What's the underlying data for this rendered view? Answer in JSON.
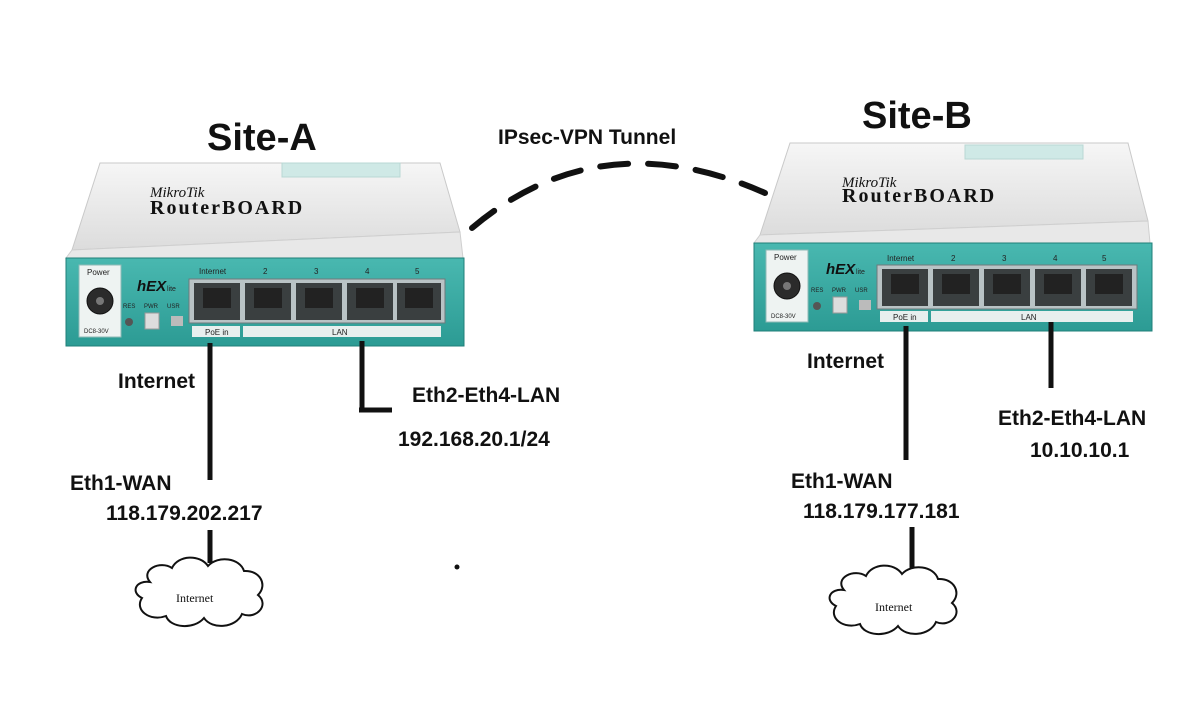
{
  "tunnel": {
    "label": "IPsec-VPN Tunnel"
  },
  "site_a": {
    "title": "Site-A",
    "wan_link_label": "Internet",
    "wan_port": "Eth1-WAN",
    "wan_ip": "118.179.202.217",
    "lan_port": "Eth2-Eth4-LAN",
    "lan_ip": "192.168.20.1/24",
    "cloud_label": "Internet",
    "router": {
      "brand": "MikroTik",
      "board": "RouterBOARD",
      "model": "hEX",
      "model_suffix": "lite",
      "power": "Power",
      "dc": "DC8-30V",
      "res": "RES",
      "pwr": "PWR",
      "usr": "USR",
      "port_labels": [
        "Internet",
        "2",
        "3",
        "4",
        "5"
      ],
      "poe": "PoE in",
      "lan": "LAN"
    }
  },
  "site_b": {
    "title": "Site-B",
    "wan_link_label": "Internet",
    "wan_port": "Eth1-WAN",
    "wan_ip": "118.179.177.181",
    "lan_port": "Eth2-Eth4-LAN",
    "lan_ip": "10.10.10.1",
    "cloud_label": "Internet",
    "router": {
      "brand": "MikroTik",
      "board": "RouterBOARD",
      "model": "hEX",
      "model_suffix": "lite",
      "power": "Power",
      "dc": "DC8-30V",
      "res": "RES",
      "pwr": "PWR",
      "usr": "USR",
      "port_labels": [
        "Internet",
        "2",
        "3",
        "4",
        "5"
      ],
      "poe": "PoE in",
      "lan": "LAN"
    }
  }
}
